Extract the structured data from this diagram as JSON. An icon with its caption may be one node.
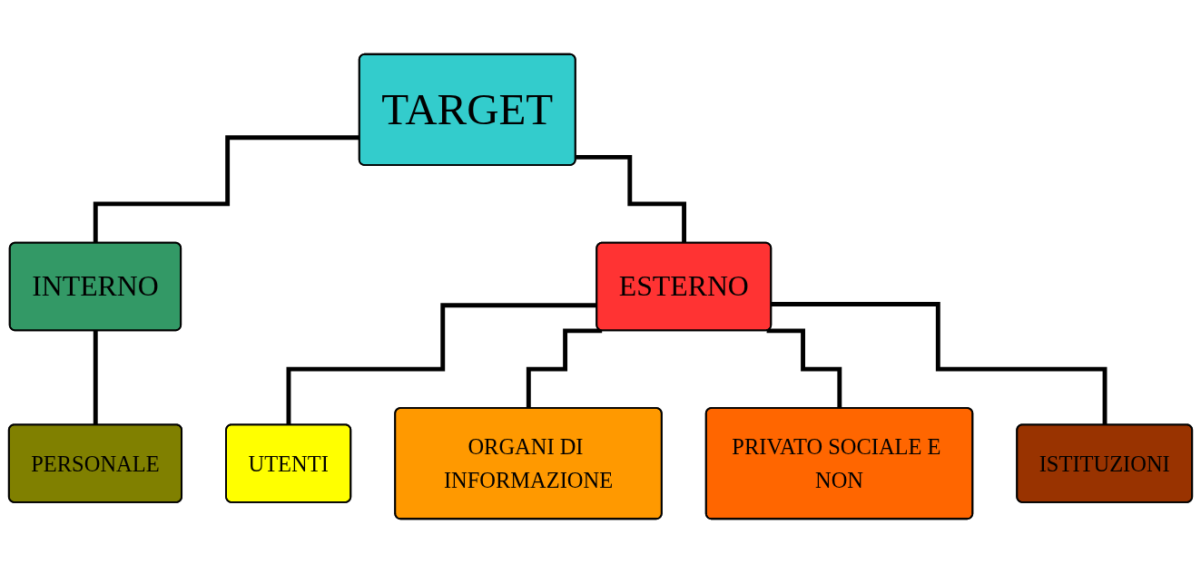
{
  "diagram": {
    "nodes": [
      {
        "text": [
          "TARGET"
        ]
      },
      {
        "text": [
          "INTERNO"
        ]
      },
      {
        "text": [
          "ESTERNO"
        ]
      },
      {
        "text": [
          "PERSONALE"
        ]
      },
      {
        "text": [
          "UTENTI"
        ]
      },
      {
        "text": [
          "ORGANI DI INFORMAZIONE"
        ]
      },
      {
        "text": [
          "PRIVATO SOCIALE E NON"
        ]
      },
      {
        "text": [
          "ISTITUZIONI"
        ]
      }
    ],
    "edges": [
      {
        "from": 0,
        "to": 1,
        "arrow": "none"
      },
      {
        "from": 0,
        "to": 2,
        "arrow": "none"
      },
      {
        "from": 1,
        "to": 3,
        "arrow": "none"
      },
      {
        "from": 2,
        "to": 4,
        "arrow": "none"
      },
      {
        "from": 2,
        "to": 5,
        "arrow": "none"
      },
      {
        "from": 2,
        "to": 6,
        "arrow": "none"
      },
      {
        "from": 2,
        "to": 7,
        "arrow": "none"
      }
    ]
  }
}
